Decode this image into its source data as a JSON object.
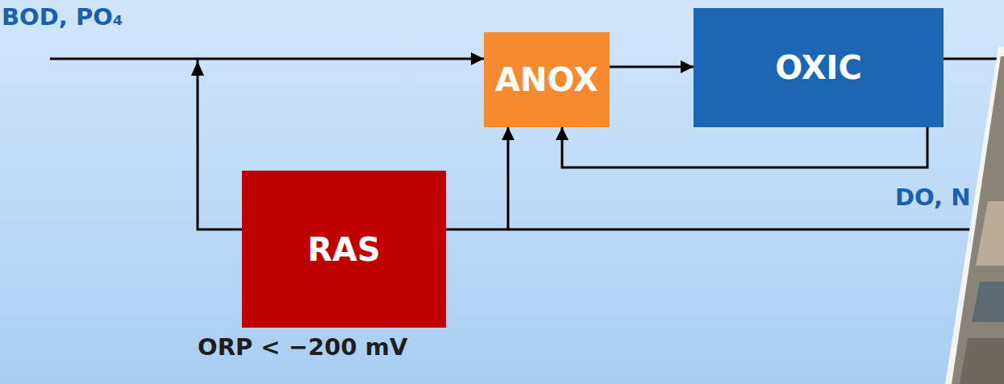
{
  "diagram": {
    "nodes": [
      {
        "text": [
          "ANOX"
        ]
      },
      {
        "text": [
          "OXIC"
        ]
      },
      {
        "text": [
          "RAS"
        ]
      }
    ],
    "edges": [
      {
        "from": 0,
        "to": 1,
        "arrow": "to"
      },
      {
        "from": 1,
        "to": 0,
        "arrow": "to"
      },
      {
        "from": 2,
        "to": 0,
        "arrow": "to"
      },
      {
        "from": 2,
        "to": 0,
        "arrow": "to"
      }
    ],
    "labels": [
      "BOD, PO₄",
      "ORP < −200 mV",
      "DO, N"
    ]
  }
}
